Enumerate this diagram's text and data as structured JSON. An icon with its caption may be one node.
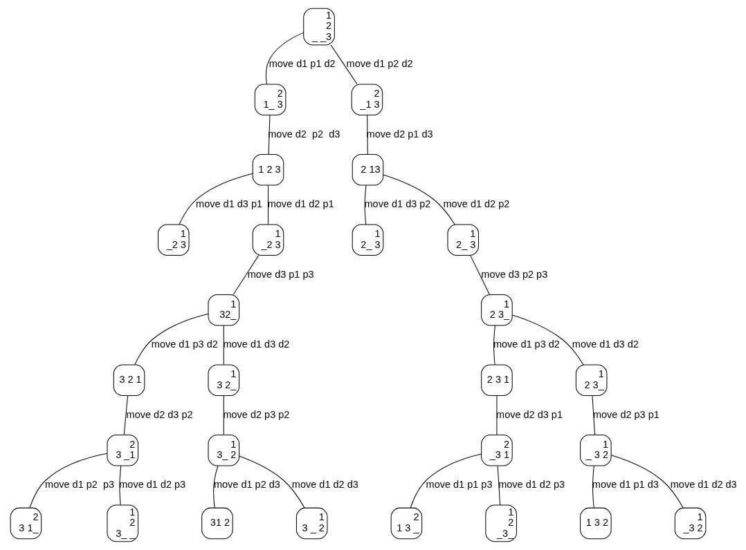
{
  "diagram": {
    "nodes": [
      {
        "text": [
          "1",
          "2",
          "_ _3"
        ]
      },
      {
        "text": [
          "2",
          "1_ 3"
        ]
      },
      {
        "text": [
          "2",
          "_1 3"
        ]
      },
      {
        "text": [
          "1 2 3"
        ]
      },
      {
        "text": [
          "2 13"
        ]
      },
      {
        "text": [
          "1",
          "_2 3"
        ]
      },
      {
        "text": [
          "1",
          "_2 3"
        ]
      },
      {
        "text": [
          "1",
          "2_ 3"
        ]
      },
      {
        "text": [
          "1",
          "2_ 3"
        ]
      },
      {
        "text": [
          "1",
          "32_"
        ]
      },
      {
        "text": [
          "1",
          "2 3_"
        ]
      },
      {
        "text": [
          "3 2 1"
        ]
      },
      {
        "text": [
          "1",
          "3 2_"
        ]
      },
      {
        "text": [
          "2 3 1"
        ]
      },
      {
        "text": [
          "1",
          "2 3_"
        ]
      },
      {
        "text": [
          "2",
          "3 _1"
        ]
      },
      {
        "text": [
          "1",
          "3_ 2"
        ]
      },
      {
        "text": [
          "2",
          "_3 1"
        ]
      },
      {
        "text": [
          "1",
          "_ 3 2"
        ]
      },
      {
        "text": [
          "2",
          "3 1_"
        ]
      },
      {
        "text": [
          "1",
          "2",
          "3_ _"
        ]
      },
      {
        "text": [
          "31 2"
        ]
      },
      {
        "text": [
          "1",
          "3 _ 2"
        ]
      },
      {
        "text": [
          "2",
          "1 3 _"
        ]
      },
      {
        "text": [
          "1",
          "2",
          "_3_"
        ]
      },
      {
        "text": [
          "1 3 2"
        ]
      },
      {
        "text": [
          "1",
          "_3 2"
        ]
      }
    ],
    "edges": [
      {
        "from": 0,
        "to": 1,
        "arrow": "none",
        "label": "move d1 p1 d2"
      },
      {
        "from": 0,
        "to": 2,
        "arrow": "none",
        "label": "move d1 p2 d2"
      },
      {
        "from": 1,
        "to": 3,
        "arrow": "none",
        "label": "move d2  p2  d3"
      },
      {
        "from": 2,
        "to": 4,
        "arrow": "none",
        "label": "move d2 p1 d3"
      },
      {
        "from": 3,
        "to": 5,
        "arrow": "none",
        "label": "move d1 d3 p1"
      },
      {
        "from": 3,
        "to": 6,
        "arrow": "none",
        "label": "move d1 d2 p1"
      },
      {
        "from": 4,
        "to": 7,
        "arrow": "none",
        "label": "move d1 d3 p2"
      },
      {
        "from": 4,
        "to": 8,
        "arrow": "none",
        "label": "move d1 d2 p2"
      },
      {
        "from": 6,
        "to": 9,
        "arrow": "none",
        "label": "move d3 p1 p3"
      },
      {
        "from": 8,
        "to": 10,
        "arrow": "none",
        "label": "move d3 p2 p3"
      },
      {
        "from": 9,
        "to": 11,
        "arrow": "none",
        "label": "move d1 p3 d2"
      },
      {
        "from": 9,
        "to": 12,
        "arrow": "none",
        "label": "move d1 d3 d2"
      },
      {
        "from": 10,
        "to": 13,
        "arrow": "none",
        "label": "move d1 p3 d2"
      },
      {
        "from": 10,
        "to": 14,
        "arrow": "none",
        "label": "move d1 d3 d2"
      },
      {
        "from": 11,
        "to": 15,
        "arrow": "none",
        "label": "move d2 d3 p2"
      },
      {
        "from": 12,
        "to": 16,
        "arrow": "none",
        "label": "move d2 p3 p2"
      },
      {
        "from": 13,
        "to": 17,
        "arrow": "none",
        "label": "move d2 d3 p1"
      },
      {
        "from": 14,
        "to": 18,
        "arrow": "none",
        "label": "move d2 p3 p1"
      },
      {
        "from": 15,
        "to": 19,
        "arrow": "none",
        "label": "move d1 p2  p3"
      },
      {
        "from": 15,
        "to": 20,
        "arrow": "none",
        "label": "move d1 d2 p3"
      },
      {
        "from": 16,
        "to": 21,
        "arrow": "none",
        "label": "move d1 p2 d3"
      },
      {
        "from": 16,
        "to": 22,
        "arrow": "none",
        "label": "move d1 d2 d3"
      },
      {
        "from": 17,
        "to": 23,
        "arrow": "none",
        "label": "move d1 p1 p3"
      },
      {
        "from": 17,
        "to": 24,
        "arrow": "none",
        "label": "move d1 d2 p3"
      },
      {
        "from": 18,
        "to": 25,
        "arrow": "none",
        "label": "move d1 p1 d3"
      },
      {
        "from": 18,
        "to": 26,
        "arrow": "none",
        "label": "move d1 d2 d3"
      }
    ]
  }
}
